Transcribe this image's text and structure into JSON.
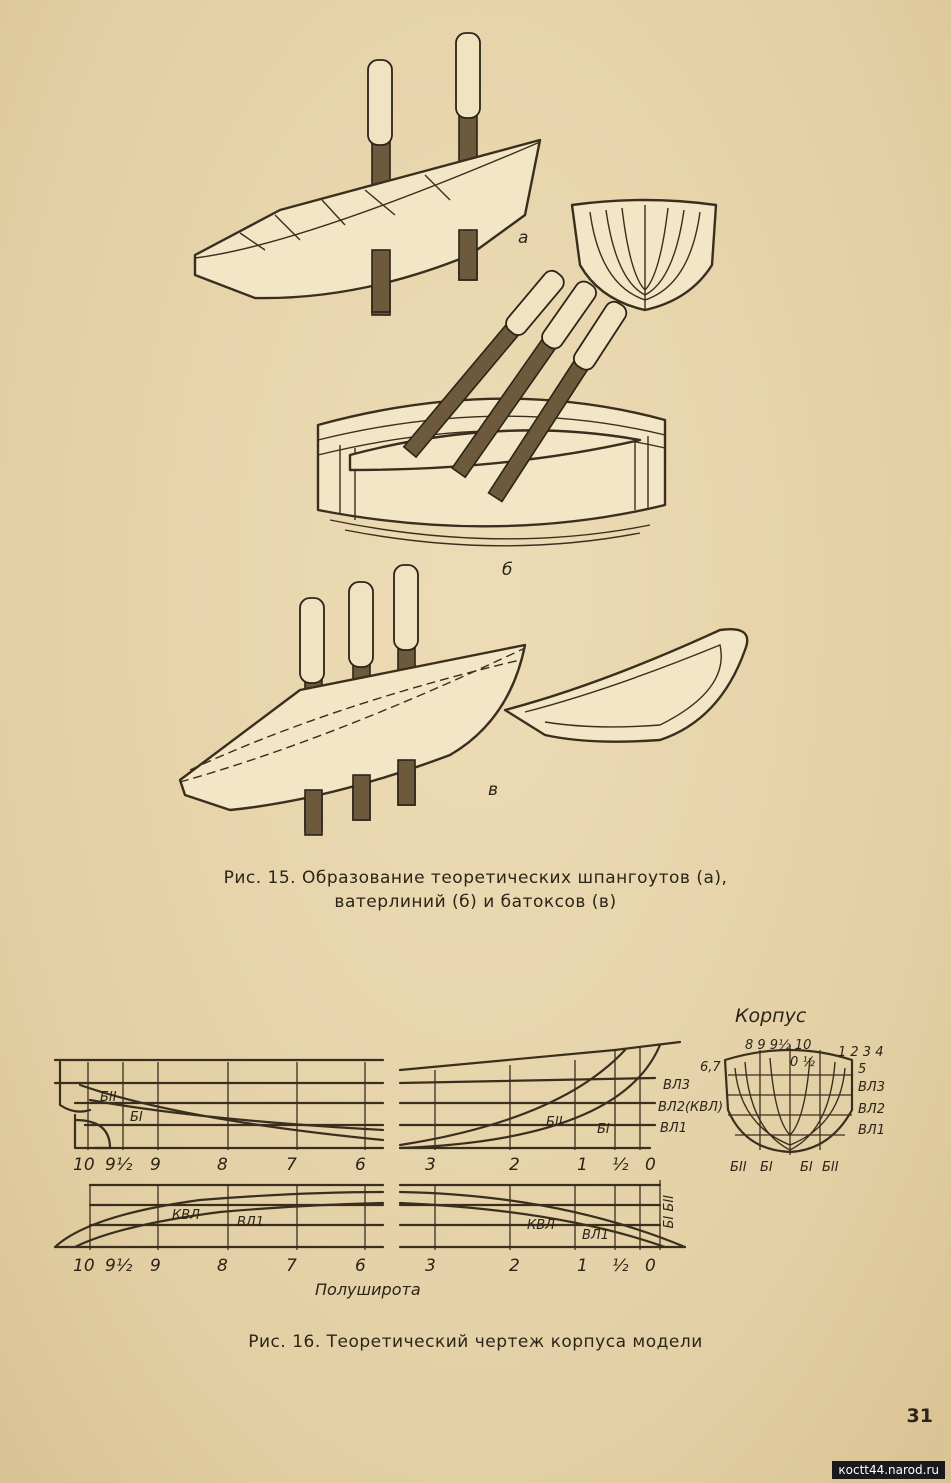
{
  "figure15": {
    "label_a": "а",
    "label_b": "б",
    "label_v": "в",
    "caption_line1": "Рис. 15. Образование теоретических шпангоутов (а),",
    "caption_line2": "ватерлиний (б) и батоксов (в)"
  },
  "figure16": {
    "korpus_title": "Корпус",
    "profile_stations_left": [
      "10",
      "9½",
      "9",
      "8",
      "7",
      "6"
    ],
    "profile_stations_right": [
      "3",
      "2",
      "1",
      "½",
      "0"
    ],
    "plan_stations_left": [
      "10",
      "9½",
      "9",
      "8",
      "7",
      "6"
    ],
    "plan_stations_right": [
      "3",
      "2",
      "1",
      "½",
      "0"
    ],
    "waterlines": [
      "ВЛ3",
      "ВЛ2(КВЛ)",
      "ВЛ1"
    ],
    "buttocks_profile": [
      "БII",
      "БI"
    ],
    "plan_labels": [
      "КВЛ",
      "ВЛ1"
    ],
    "plan_side_label": "БI БII",
    "body_top_left": "8 9 9½ 10",
    "body_top_mid": "0 ½",
    "body_top_right": "1 2 3 4",
    "body_side_left": "6,7",
    "body_side_right5": "5",
    "body_waterlines": [
      "ВЛ3",
      "ВЛ2",
      "ВЛ1"
    ],
    "body_buttocks": [
      "БII",
      "БI",
      "БI",
      "БII"
    ],
    "polushirota": "Полуширота",
    "caption": "Рис. 16. Теоретический чертеж корпуса модели"
  },
  "page_number": "31",
  "site": "коctt44.narod.ru"
}
